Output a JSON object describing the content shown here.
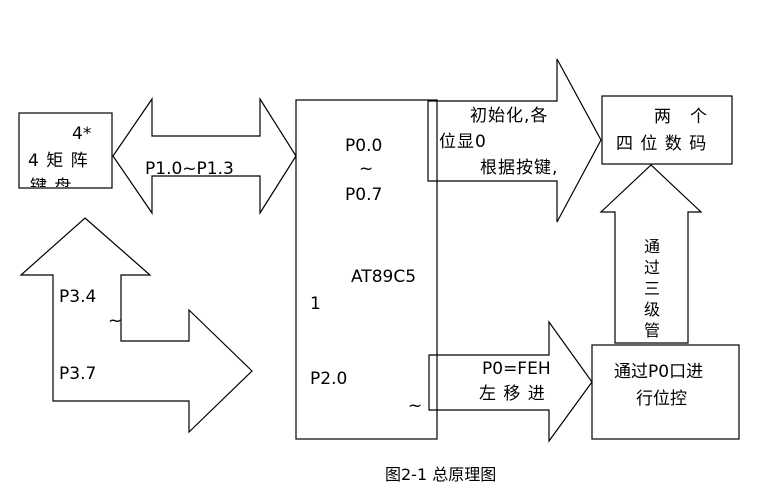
{
  "keypad": {
    "line1": "4*",
    "line2": "4 矩 阵",
    "line3": "键 盘"
  },
  "arrow_p1": {
    "label": "P1.0~P1.3"
  },
  "arrow_p3": {
    "label_top": "P3.4",
    "label_mid": "~",
    "label_bottom": "P3.7"
  },
  "mcu": {
    "p0_top": "P0.0",
    "p0_mid": "~",
    "p0_bottom": "P0.7",
    "name": "AT89C5",
    "name_suffix": "1",
    "p2_top": "P2.0",
    "p2_mid": "~"
  },
  "arrow_p0_upper": {
    "line1": "初始化,各",
    "line2": "位显0",
    "line3": "根据按键,"
  },
  "arrow_p0_lower": {
    "line1": "P0=FEH",
    "line2": "左 移 进"
  },
  "display": {
    "line1": "两　个",
    "line2": "四 位 数 码"
  },
  "arrow_up": {
    "chars": [
      "通",
      "过",
      "三",
      "级",
      "管"
    ]
  },
  "bit_control": {
    "line1": "通过P0口进",
    "line2": "行位控"
  },
  "caption": {
    "label": "图2-1 总原理图"
  }
}
